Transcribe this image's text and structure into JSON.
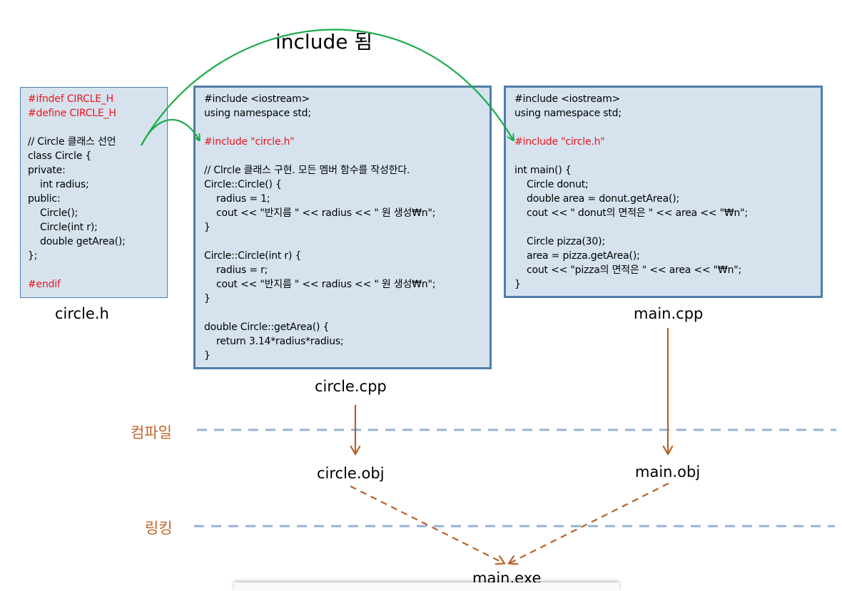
{
  "title": "include 됨",
  "files": {
    "header": {
      "name": "circle.h",
      "lines": [
        {
          "t": "#ifndef CIRCLE_H",
          "c": "red"
        },
        {
          "t": "#define CIRCLE_H",
          "c": "red"
        },
        {
          "t": "",
          "c": ""
        },
        {
          "t": "// Circle 클래스 선언",
          "c": ""
        },
        {
          "t": "class Circle {",
          "c": ""
        },
        {
          "t": "private:",
          "c": ""
        },
        {
          "t": "    int radius;",
          "c": ""
        },
        {
          "t": "public:",
          "c": ""
        },
        {
          "t": "    Circle();",
          "c": ""
        },
        {
          "t": "    Circle(int r);",
          "c": ""
        },
        {
          "t": "    double getArea();",
          "c": ""
        },
        {
          "t": "};",
          "c": ""
        },
        {
          "t": "",
          "c": ""
        },
        {
          "t": "#endif",
          "c": "red"
        }
      ]
    },
    "impl": {
      "name": "circle.cpp",
      "lines": [
        {
          "t": "#include <iostream>",
          "c": ""
        },
        {
          "t": "using namespace std;",
          "c": ""
        },
        {
          "t": "",
          "c": ""
        },
        {
          "t": "#include \"circle.h\"",
          "c": "red"
        },
        {
          "t": "",
          "c": ""
        },
        {
          "t": "// Clrcle 클래스 구현. 모든 멤버 함수를 작성한다.",
          "c": ""
        },
        {
          "t": "Circle::Circle() {",
          "c": ""
        },
        {
          "t": "    radius = 1;",
          "c": ""
        },
        {
          "t": "    cout << \"반지름 \" << radius << \" 원 생성₩n\";",
          "c": ""
        },
        {
          "t": "}",
          "c": ""
        },
        {
          "t": "",
          "c": ""
        },
        {
          "t": "Circle::Circle(int r) {",
          "c": ""
        },
        {
          "t": "    radius = r;",
          "c": ""
        },
        {
          "t": "    cout << \"반지름 \" << radius << \" 원 생성₩n\";",
          "c": ""
        },
        {
          "t": "}",
          "c": ""
        },
        {
          "t": "",
          "c": ""
        },
        {
          "t": "double Circle::getArea() {",
          "c": ""
        },
        {
          "t": "    return 3.14*radius*radius;",
          "c": ""
        },
        {
          "t": "}",
          "c": ""
        }
      ]
    },
    "main": {
      "name": "main.cpp",
      "lines": [
        {
          "t": "#include <iostream>",
          "c": ""
        },
        {
          "t": "using namespace std;",
          "c": ""
        },
        {
          "t": "",
          "c": ""
        },
        {
          "t": "#include \"circle.h\"",
          "c": "red"
        },
        {
          "t": "",
          "c": ""
        },
        {
          "t": "int main() {",
          "c": ""
        },
        {
          "t": "    Circle donut;",
          "c": ""
        },
        {
          "t": "    double area = donut.getArea();",
          "c": ""
        },
        {
          "t": "    cout << \" donut의 면적은 \" << area << \"₩n\";",
          "c": ""
        },
        {
          "t": "",
          "c": ""
        },
        {
          "t": "    Circle pizza(30);",
          "c": ""
        },
        {
          "t": "    area = pizza.getArea();",
          "c": ""
        },
        {
          "t": "    cout << \"pizza의 면적은 \" << area << \"₩n\";",
          "c": ""
        },
        {
          "t": "}",
          "c": ""
        }
      ]
    }
  },
  "stages": {
    "compile": "컴파일",
    "link": "링킹"
  },
  "outputs": {
    "circle_obj": "circle.obj",
    "main_obj": "main.obj",
    "exe": "main.exe"
  },
  "colors": {
    "box_fill": "#d6e3ef",
    "box_border": "#4f7ea9",
    "include_arrow": "#1aab46",
    "build_arrow": "#b8602a",
    "stage_line": "#95b3d7",
    "stage_label": "#c0652a",
    "directive": "#e8141b"
  }
}
